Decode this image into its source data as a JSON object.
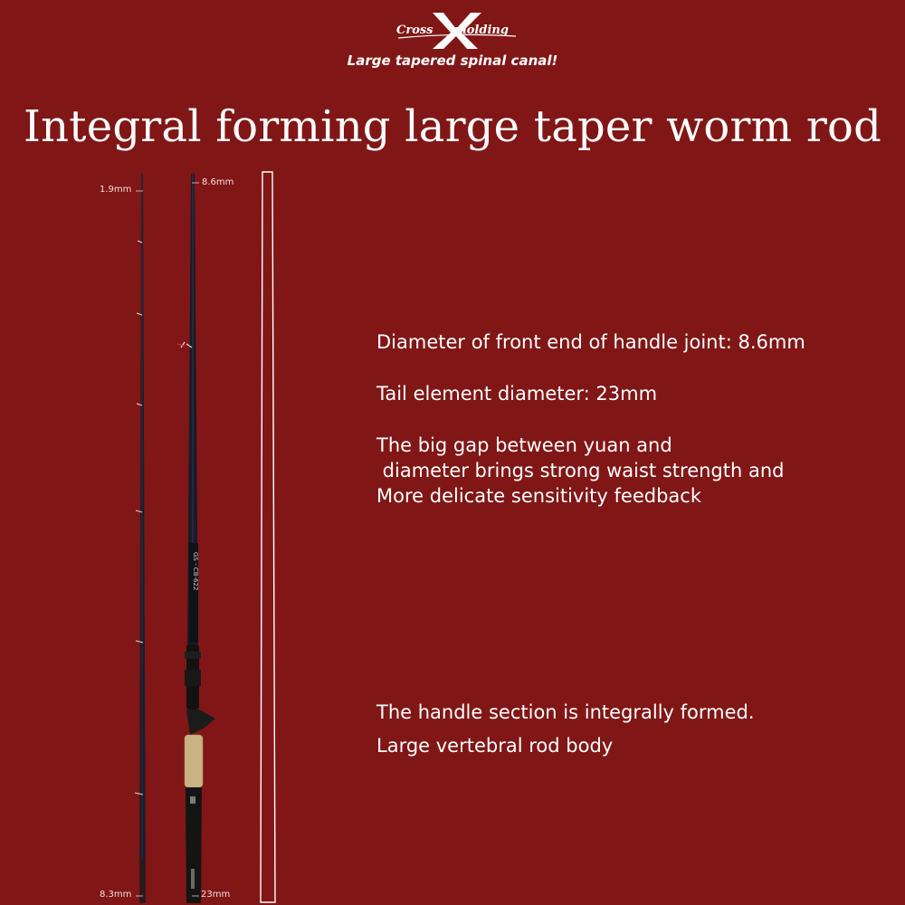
{
  "logo": {
    "word_1": "Cross",
    "word_2": "molding",
    "mark": "X"
  },
  "tagline": "Large tapered spinal canal!",
  "title": "Integral forming large taper worm rod",
  "dimensions": {
    "tip_top": "1.9mm",
    "tip_bottom": "8.3mm",
    "butt_top": "8.6mm",
    "butt_bottom": "23mm"
  },
  "descriptions": {
    "line_1": "Diameter of front end of handle joint: 8.6mm",
    "line_2": "Tail element diameter: 23mm",
    "para_3_line_1": "The big gap between yuan and",
    "para_3_line_2": " diameter brings strong waist strength and",
    "para_3_line_3": "More delicate sensitivity feedback",
    "para_4_line_1": "The handle section is integrally formed.",
    "para_4_line_2": "Large vertebral rod body"
  },
  "colors": {
    "background": "#811616",
    "text": "#ffffff",
    "rod": "#1c1c2a"
  }
}
